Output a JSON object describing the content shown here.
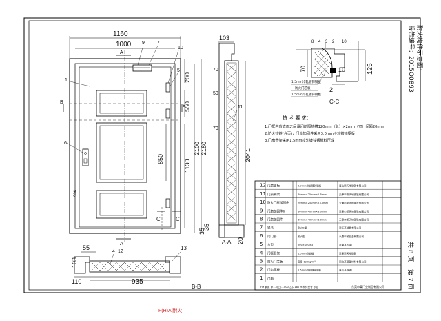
{
  "door_elevation": {
    "dims": {
      "total_width": "1160",
      "leaf_width": "1000",
      "frame_height_2100": "2100",
      "total_height_2180": "2180",
      "lock_height": "1130",
      "panel_mid": "850",
      "panel_top": "550",
      "top_gap": "200",
      "bottom_small": "35",
      "handle_side": "906"
    },
    "section_marks": {
      "a_top": "A",
      "a_bottom": "A",
      "b_left": "B",
      "b_right": "B",
      "c_left": "C",
      "c_right": "C"
    },
    "callouts": {
      "c1": "1",
      "c5": "5",
      "c6": "6",
      "c7": "7",
      "c9": "9",
      "c10": "10"
    }
  },
  "section_aa": {
    "label": "A-A",
    "dims": {
      "top": "103",
      "h2041": "2041",
      "d70_top": "70",
      "d70_mid": "70",
      "d35": "35",
      "d20": "20",
      "d50": "50"
    },
    "callouts": {
      "c11": "11"
    }
  },
  "section_cc": {
    "label": "C-C",
    "dims": {
      "d70": "70",
      "d125": "125",
      "d10": "10",
      "d2": "2"
    },
    "callouts": {
      "c8": "8",
      "c4": "4",
      "c3": "3",
      "c2": "2",
      "c10": "10"
    },
    "notes": [
      "1.5mm冷轧镀锌钢板",
      "防火门芯板",
      "1.5mm冷轧镀锌钢板"
    ]
  },
  "section_bb": {
    "label": "B-B",
    "dims": {
      "d55": "55",
      "d103": "103",
      "d110": "110",
      "d935": "935"
    },
    "callouts": {
      "c4": "4",
      "c12": "12",
      "c13": "13"
    }
  },
  "requirements": {
    "title": "技 术 要 求：",
    "items": [
      "1.门框内背衣面之间设闭断隔热槽120mm（长）×2mm（宽）间隔20mm",
      "2.防火铰链(合页)，门扇加固件采用3.0mm冷轧镀锌钢板",
      "3.门扇骨架采用1.5mm冷轧镀锌钢板料压成"
    ]
  },
  "vertical_title": {
    "report_no": "报告编号：2015Q0893",
    "name": "耐火构件示意图："
  },
  "parts_table": {
    "rows": [
      {
        "no": "12",
        "name": "门扇面板",
        "spec": "0.9mm冷轧镀锌钢板",
        "maker": "唐山新天地钢铁有限公司"
      },
      {
        "no": "11",
        "name": "门扇骨架",
        "spec": "40mm×25mm×1.5mm",
        "maker": "天津市新天地钢铁有限公司"
      },
      {
        "no": "10",
        "name": "防火门框加固件",
        "spec": "70mm×250mm×3.0mm",
        "maker": "天津市新天地钢铁有限公司"
      },
      {
        "no": "9",
        "name": "门扇加固件6",
        "spec": "60mm×40mm×3.0mm",
        "maker": "天津市新天地钢铁有限公司"
      },
      {
        "no": "8",
        "name": "门扇加固件",
        "spec": "60mm×40mm×3.0mm",
        "maker": "天津市新天地钢铁有限公司"
      },
      {
        "no": "7",
        "name": "锁具",
        "spec": "耐火B型",
        "maker": "浙江某锁具有限公司"
      },
      {
        "no": "6",
        "name": "闭门器",
        "spec": "耐火型",
        "maker": "永康市某五金有限公司"
      },
      {
        "no": "5",
        "name": "合页",
        "spec": "200×100×3",
        "maker": "永康某五金厂"
      },
      {
        "no": "4",
        "name": "门框骨架",
        "spec": "1.5mm冷轧板",
        "maker": "天津新天地钢铁"
      },
      {
        "no": "3",
        "name": "防火门芯板",
        "spec": "密度 120kg/m³",
        "maker": "河北某保温材料有限公司"
      },
      {
        "no": "2",
        "name": "门扇面板",
        "spec": "1.5mm冷轧镀锌钢板",
        "maker": "唐山某钢铁厂"
      },
      {
        "no": "1",
        "name": "门扇",
        "spec": "",
        "maker": ""
      }
    ],
    "footer_code": "FM 钢质 甲1.5(乙)-1000(乙)2180 H 构件型号 示意",
    "footer_company": "东莞市某门业制品有限公司"
  },
  "page_marks": {
    "total": "共 8 页",
    "this_page": "第 7 页"
  },
  "bottom_stamp": "F(H)A 耐火"
}
